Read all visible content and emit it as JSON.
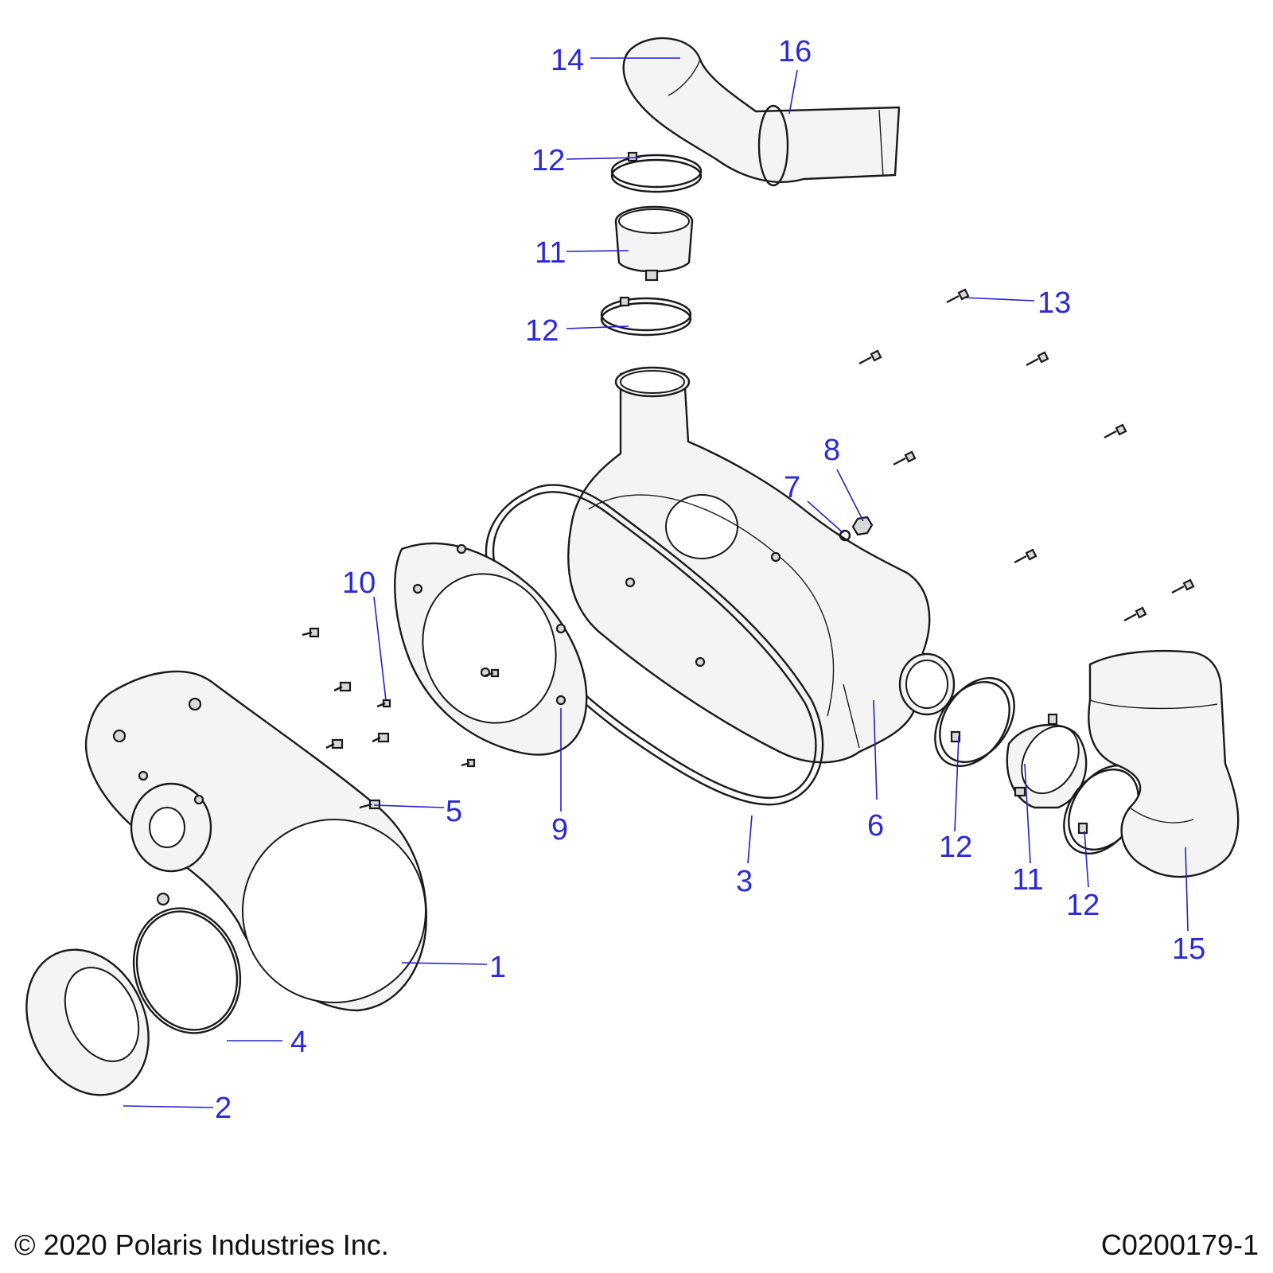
{
  "footer": {
    "copyright": "© 2020 Polaris Industries Inc.",
    "drawing_number": "C0200179-1"
  },
  "callouts": [
    "14",
    "16",
    "12",
    "11",
    "12",
    "13",
    "8",
    "7",
    "10",
    "5",
    "9",
    "3",
    "6",
    "12",
    "11",
    "12",
    "15",
    "1",
    "4",
    "2"
  ],
  "colors": {
    "callout_blue": "#2a2ad8",
    "outline": "#1a1a1a",
    "part_fill": "#f4f4f4"
  }
}
